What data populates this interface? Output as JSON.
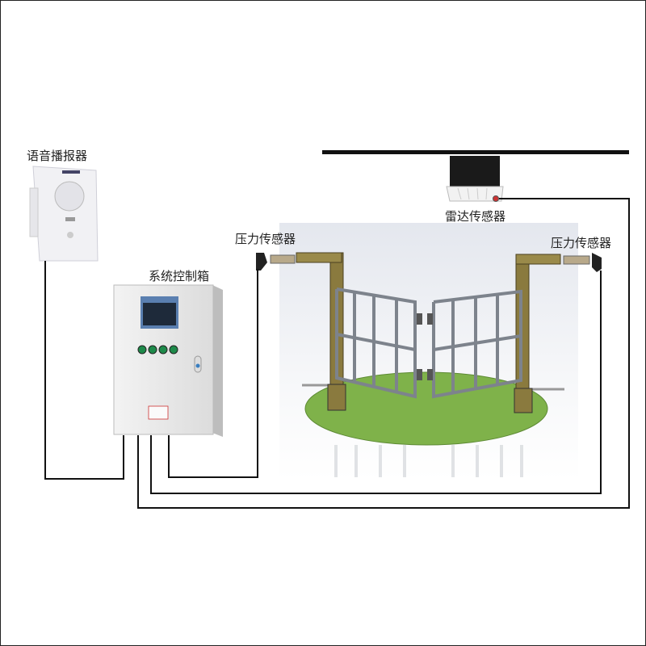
{
  "labels": {
    "speaker": "语音播报器",
    "control_box": "系统控制箱",
    "pressure_sensor_left": "压力传感器",
    "radar_sensor": "雷达传感器",
    "pressure_sensor_right": "压力传感器"
  },
  "colors": {
    "wire": "#111111",
    "ground": "#7fb24a",
    "post": "#8a7a3e",
    "gate": "#8a8f99",
    "box": "#e9eaea",
    "button": "#1e8a4a"
  }
}
